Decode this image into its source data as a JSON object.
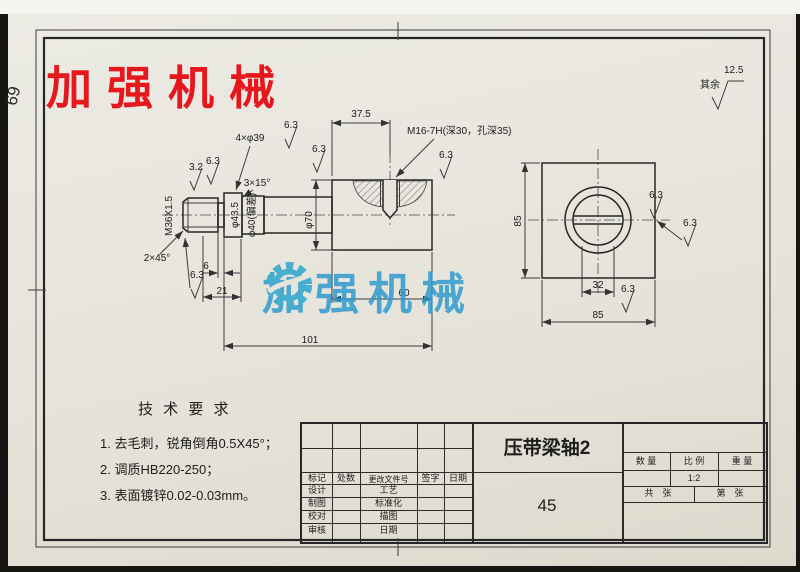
{
  "logo": {
    "text": "加强机械"
  },
  "watermark": {
    "text": "加强机械"
  },
  "margin_note": "69",
  "corner": {
    "label": "其余",
    "value": "12.5"
  },
  "roughness": {
    "ra32": "3.2",
    "ra63": "6.3"
  },
  "dims": {
    "len_375": "37.5",
    "hole_spec": "M16-7H(深30，孔深35)",
    "holes_4x39": "4×φ39",
    "thread_spec": "M36X1.5",
    "chamfer_3x15": "3×15°",
    "chamfer_2x45": "2×45°",
    "dia_435": "φ43.5",
    "dia_40": "φ40(偏差)",
    "dia_70": "φ70",
    "len_6": "6",
    "len_21": "21",
    "len_60": "60",
    "len_101": "101",
    "side_85v": "85",
    "side_32": "32",
    "side_85h": "85"
  },
  "tech": {
    "title": "技 术 要 求",
    "items": [
      "1. 去毛刺，锐角倒角0.5X45°；",
      "2. 调质HB220-250；",
      "3. 表面镀锌0.02-0.03mm。"
    ]
  },
  "titleblock": {
    "part_name": "压带梁轴2",
    "material": "45",
    "scale_value": "1:2",
    "header": {
      "mark": "标记",
      "count": "处数",
      "doc": "更改文件号",
      "sign": "签字",
      "date": "日期"
    },
    "rows": [
      {
        "a": "设计",
        "b": "工艺"
      },
      {
        "a": "制图",
        "b": "标准化"
      },
      {
        "a": "校对",
        "b": "描图"
      },
      {
        "a": "审核",
        "b": "日期"
      }
    ],
    "right": {
      "qty": "数 量",
      "scale": "比 例",
      "weight": "重 量",
      "sheets": "共　张",
      "sheet_no": "第　张"
    }
  }
}
